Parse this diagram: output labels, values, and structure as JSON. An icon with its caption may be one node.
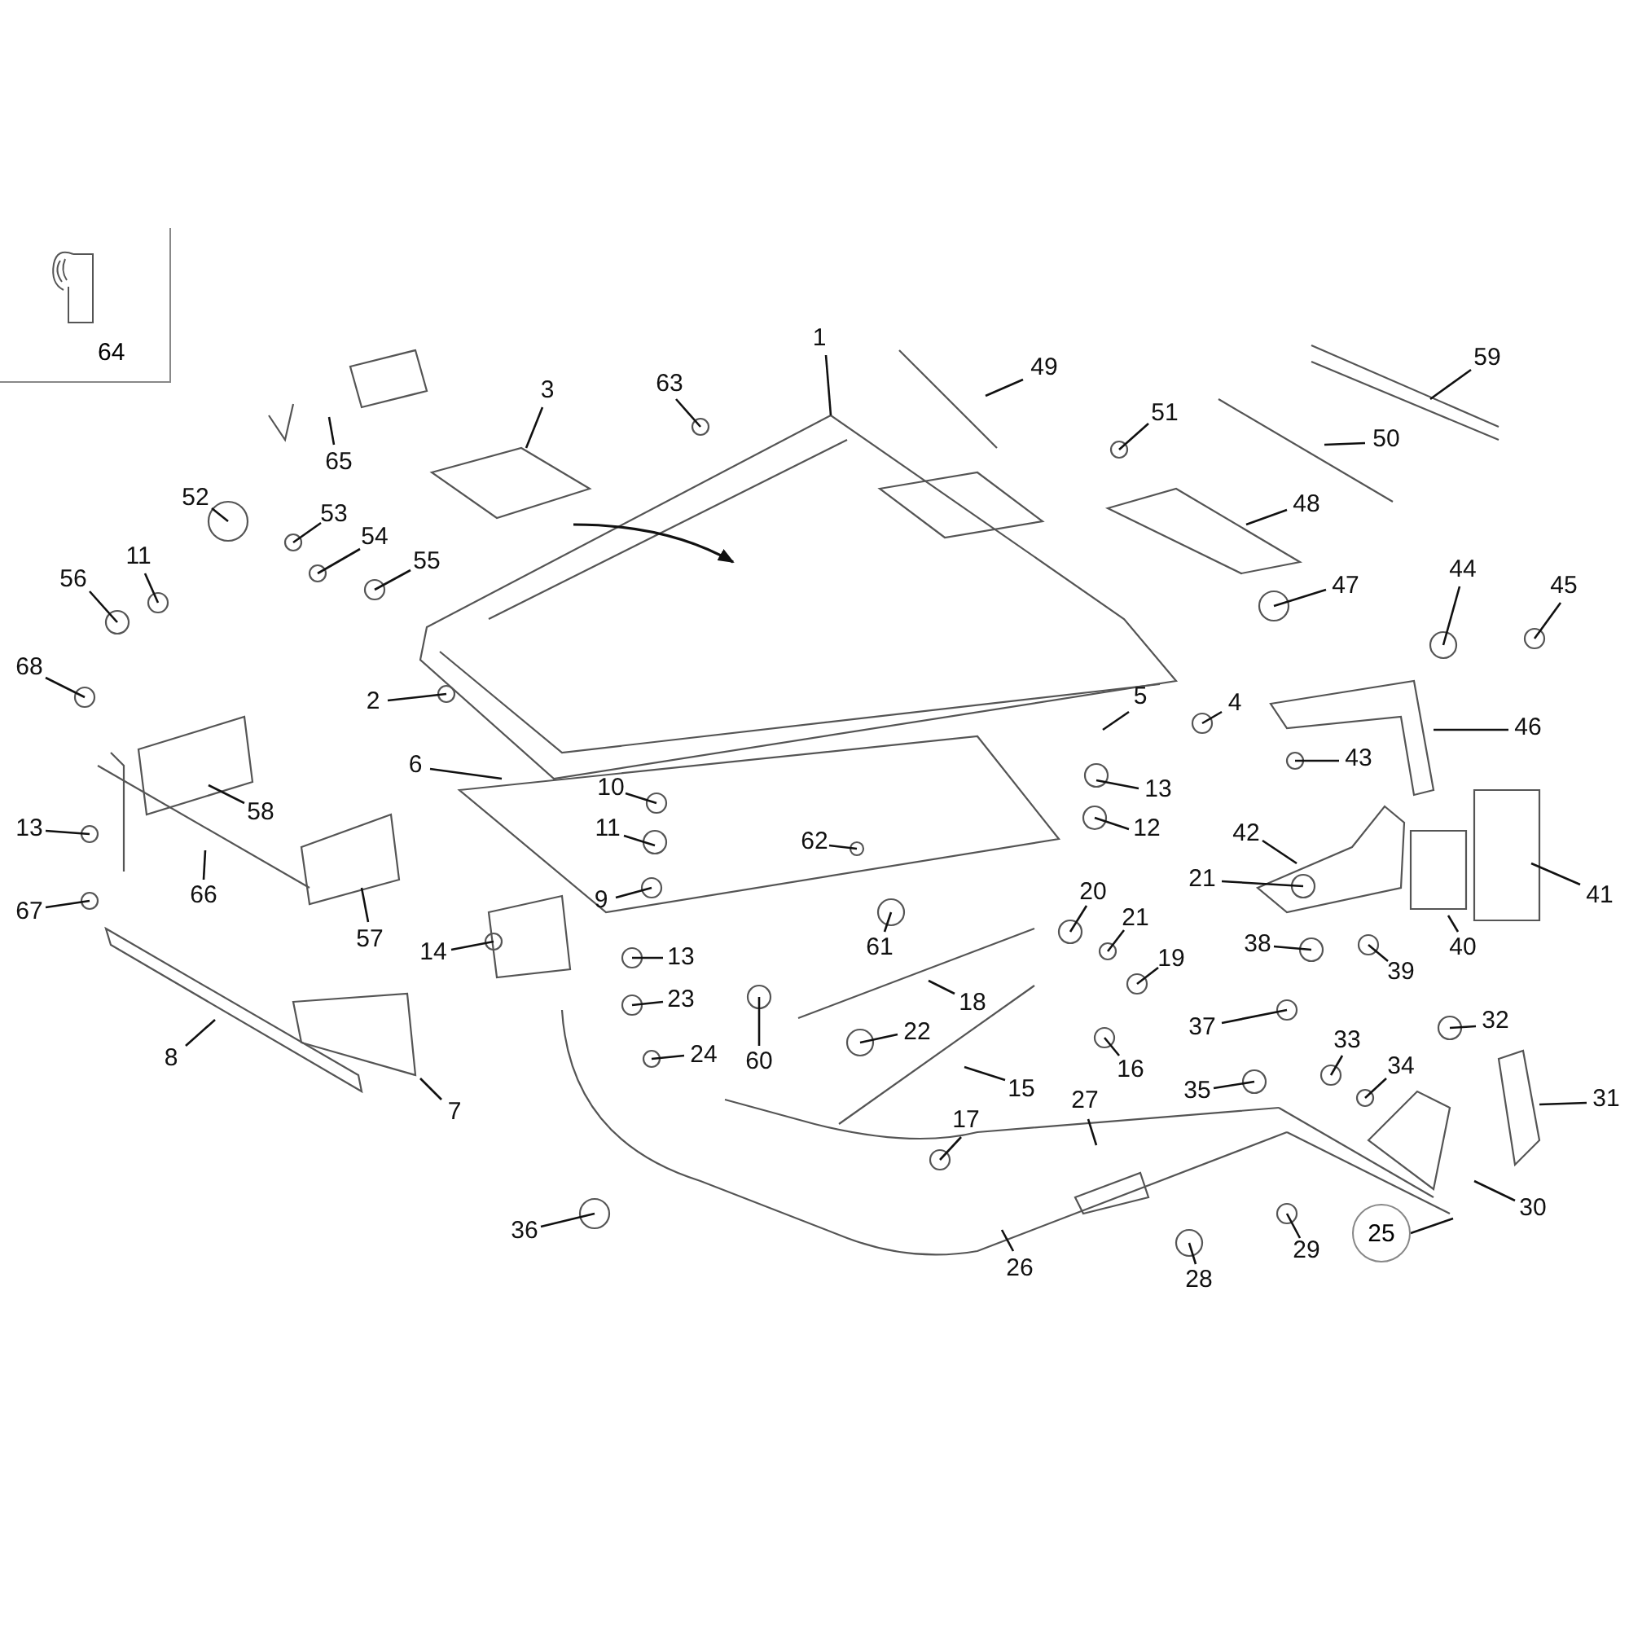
{
  "diagram": {
    "nodes": [
      {
        "text": [
          "64"
        ]
      },
      {
        "text": [
          "1"
        ]
      },
      {
        "text": [
          "3"
        ]
      },
      {
        "text": [
          "49"
        ]
      },
      {
        "text": [
          "63"
        ]
      },
      {
        "text": [
          "59"
        ]
      },
      {
        "text": [
          "51"
        ]
      },
      {
        "text": [
          "50"
        ]
      },
      {
        "text": [
          "65"
        ]
      },
      {
        "text": [
          "52"
        ]
      },
      {
        "text": [
          "53"
        ]
      },
      {
        "text": [
          "54"
        ]
      },
      {
        "text": [
          "55"
        ]
      },
      {
        "text": [
          "48"
        ]
      },
      {
        "text": [
          "47"
        ]
      },
      {
        "text": [
          "44"
        ]
      },
      {
        "text": [
          "45"
        ]
      },
      {
        "text": [
          "56"
        ]
      },
      {
        "text": [
          "11"
        ]
      },
      {
        "text": [
          "68"
        ]
      },
      {
        "text": [
          "2"
        ]
      },
      {
        "text": [
          "5"
        ]
      },
      {
        "text": [
          "4"
        ]
      },
      {
        "text": [
          "46"
        ]
      },
      {
        "text": [
          "6"
        ]
      },
      {
        "text": [
          "10"
        ]
      },
      {
        "text": [
          "43"
        ]
      },
      {
        "text": [
          "13"
        ]
      },
      {
        "text": [
          "11"
        ]
      },
      {
        "text": [
          "58"
        ]
      },
      {
        "text": [
          "12"
        ]
      },
      {
        "text": [
          "13"
        ]
      },
      {
        "text": [
          "62"
        ]
      },
      {
        "text": [
          "42"
        ]
      },
      {
        "text": [
          "66"
        ]
      },
      {
        "text": [
          "9"
        ]
      },
      {
        "text": [
          "41"
        ]
      },
      {
        "text": [
          "20"
        ]
      },
      {
        "text": [
          "21"
        ]
      },
      {
        "text": [
          "67"
        ]
      },
      {
        "text": [
          "21"
        ]
      },
      {
        "text": [
          "40"
        ]
      },
      {
        "text": [
          "57"
        ]
      },
      {
        "text": [
          "61"
        ]
      },
      {
        "text": [
          "38"
        ]
      },
      {
        "text": [
          "14"
        ]
      },
      {
        "text": [
          "13"
        ]
      },
      {
        "text": [
          "19"
        ]
      },
      {
        "text": [
          "39"
        ]
      },
      {
        "text": [
          "18"
        ]
      },
      {
        "text": [
          "23"
        ]
      },
      {
        "text": [
          "32"
        ]
      },
      {
        "text": [
          "37"
        ]
      },
      {
        "text": [
          "22"
        ]
      },
      {
        "text": [
          "24"
        ]
      },
      {
        "text": [
          "33"
        ]
      },
      {
        "text": [
          "8"
        ]
      },
      {
        "text": [
          "60"
        ]
      },
      {
        "text": [
          "34"
        ]
      },
      {
        "text": [
          "16"
        ]
      },
      {
        "text": [
          "35"
        ]
      },
      {
        "text": [
          "15"
        ]
      },
      {
        "text": [
          "31"
        ]
      },
      {
        "text": [
          "27"
        ]
      },
      {
        "text": [
          "7"
        ]
      },
      {
        "text": [
          "17"
        ]
      },
      {
        "text": [
          "30"
        ]
      },
      {
        "text": [
          "36"
        ]
      },
      {
        "text": [
          "25"
        ]
      },
      {
        "text": [
          "26"
        ]
      },
      {
        "text": [
          "29"
        ]
      },
      {
        "text": [
          "28"
        ]
      }
    ],
    "edges": [
      {
        "from": 1,
        "to": null,
        "arrow": "none"
      },
      {
        "from": 2,
        "to": null,
        "arrow": "none"
      },
      {
        "from": 3,
        "to": null,
        "arrow": "none"
      },
      {
        "from": 4,
        "to": null,
        "arrow": "none"
      },
      {
        "from": 5,
        "to": null,
        "arrow": "none"
      },
      {
        "from": 6,
        "to": null,
        "arrow": "none"
      },
      {
        "from": 7,
        "to": null,
        "arrow": "none"
      },
      {
        "from": 8,
        "to": null,
        "arrow": "none"
      },
      {
        "from": 9,
        "to": null,
        "arrow": "none"
      },
      {
        "from": 10,
        "to": null,
        "arrow": "none"
      },
      {
        "from": 11,
        "to": null,
        "arrow": "none"
      },
      {
        "from": 12,
        "to": null,
        "arrow": "none"
      },
      {
        "from": 13,
        "to": null,
        "arrow": "none"
      },
      {
        "from": 14,
        "to": null,
        "arrow": "none"
      },
      {
        "from": 15,
        "to": null,
        "arrow": "none"
      },
      {
        "from": 16,
        "to": null,
        "arrow": "none"
      },
      {
        "from": 17,
        "to": null,
        "arrow": "none"
      },
      {
        "from": 18,
        "to": null,
        "arrow": "none"
      },
      {
        "from": 19,
        "to": null,
        "arrow": "none"
      },
      {
        "from": 20,
        "to": null,
        "arrow": "none"
      },
      {
        "from": 21,
        "to": null,
        "arrow": "none"
      },
      {
        "from": 22,
        "to": null,
        "arrow": "none"
      },
      {
        "from": 23,
        "to": null,
        "arrow": "none"
      },
      {
        "from": 24,
        "to": null,
        "arrow": "none"
      },
      {
        "from": 25,
        "to": null,
        "arrow": "none"
      },
      {
        "from": 26,
        "to": null,
        "arrow": "none"
      },
      {
        "from": 27,
        "to": null,
        "arrow": "none"
      },
      {
        "from": 28,
        "to": null,
        "arrow": "none"
      },
      {
        "from": 29,
        "to": null,
        "arrow": "none"
      },
      {
        "from": 30,
        "to": null,
        "arrow": "none"
      },
      {
        "from": 31,
        "to": null,
        "arrow": "none"
      },
      {
        "from": 32,
        "to": null,
        "arrow": "none"
      },
      {
        "from": 33,
        "to": null,
        "arrow": "none"
      },
      {
        "from": 34,
        "to": null,
        "arrow": "none"
      },
      {
        "from": 35,
        "to": null,
        "arrow": "none"
      },
      {
        "from": 36,
        "to": null,
        "arrow": "none"
      },
      {
        "from": 37,
        "to": null,
        "arrow": "none"
      },
      {
        "from": 38,
        "to": null,
        "arrow": "none"
      },
      {
        "from": 39,
        "to": null,
        "arrow": "none"
      },
      {
        "from": 40,
        "to": null,
        "arrow": "none"
      },
      {
        "from": 41,
        "to": null,
        "arrow": "none"
      },
      {
        "from": 42,
        "to": null,
        "arrow": "none"
      },
      {
        "from": 43,
        "to": null,
        "arrow": "none"
      },
      {
        "from": 44,
        "to": null,
        "arrow": "none"
      },
      {
        "from": 45,
        "to": null,
        "arrow": "none"
      },
      {
        "from": 46,
        "to": null,
        "arrow": "none"
      },
      {
        "from": 47,
        "to": null,
        "arrow": "none"
      },
      {
        "from": 48,
        "to": null,
        "arrow": "none"
      },
      {
        "from": 49,
        "to": null,
        "arrow": "none"
      },
      {
        "from": 50,
        "to": null,
        "arrow": "none"
      },
      {
        "from": 51,
        "to": null,
        "arrow": "none"
      },
      {
        "from": 52,
        "to": null,
        "arrow": "none"
      },
      {
        "from": 53,
        "to": null,
        "arrow": "none"
      },
      {
        "from": 54,
        "to": null,
        "arrow": "none"
      },
      {
        "from": 55,
        "to": null,
        "arrow": "none"
      },
      {
        "from": 56,
        "to": null,
        "arrow": "none"
      },
      {
        "from": 57,
        "to": null,
        "arrow": "none"
      },
      {
        "from": 58,
        "to": null,
        "arrow": "none"
      },
      {
        "from": 59,
        "to": null,
        "arrow": "none"
      },
      {
        "from": 60,
        "to": null,
        "arrow": "none"
      },
      {
        "from": 61,
        "to": null,
        "arrow": "none"
      },
      {
        "from": 62,
        "to": null,
        "arrow": "none"
      },
      {
        "from": 63,
        "to": null,
        "arrow": "none"
      },
      {
        "from": 64,
        "to": null,
        "arrow": "none"
      },
      {
        "from": 65,
        "to": null,
        "arrow": "none"
      },
      {
        "from": 66,
        "to": null,
        "arrow": "none"
      },
      {
        "from": 67,
        "to": null,
        "arrow": "none"
      },
      {
        "from": 68,
        "to": null,
        "arrow": "none"
      },
      {
        "from": 69,
        "to": null,
        "arrow": "none"
      },
      {
        "from": 70,
        "to": null,
        "arrow": "none"
      },
      {
        "from": 71,
        "to": null,
        "arrow": "none"
      }
    ]
  }
}
